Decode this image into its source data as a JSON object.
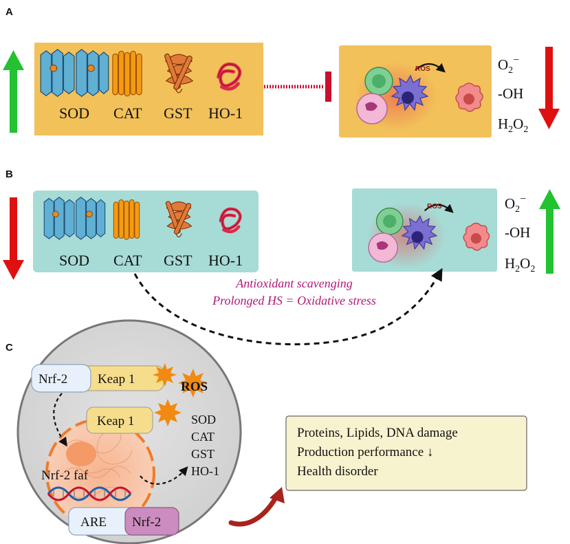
{
  "panels": {
    "a": {
      "letter": "A"
    },
    "b": {
      "letter": "B"
    },
    "c": {
      "letter": "C"
    }
  },
  "enzymes": [
    "SOD",
    "CAT",
    "GST",
    "HO-1"
  ],
  "ros_label": "ROS",
  "species": {
    "superoxide_base": "O",
    "superoxide_sub": "2",
    "superoxide_sup": "−",
    "hydroxyl": "-OH",
    "peroxide_h": "H",
    "peroxide_2a": "2",
    "peroxide_o": "O",
    "peroxide_2b": "2"
  },
  "annotation": {
    "line1": "Antioxidant scavenging",
    "line2": "Prolonged HS = Oxidative stress"
  },
  "panel_c": {
    "nrf2": "Nrf-2",
    "keap1": "Keap 1",
    "ros": "ROS",
    "nrf2_faf": "Nrf-2 faf",
    "are": "ARE",
    "enzyme_list": [
      "SOD",
      "CAT",
      "GST",
      "HO-1"
    ],
    "outcomes": [
      "Proteins, Lipids, DNA damage",
      "Production performance ↓",
      "Health disorder"
    ]
  },
  "colors": {
    "panel_a_bg": "#f2c15a",
    "panel_b_bg": "#a7dbd6",
    "up_arrow": "#22c230",
    "down_arrow": "#e01010",
    "inhibit": "#c8102e",
    "annotation": "#b0197a",
    "outcome_box": "#f8f3cf"
  }
}
